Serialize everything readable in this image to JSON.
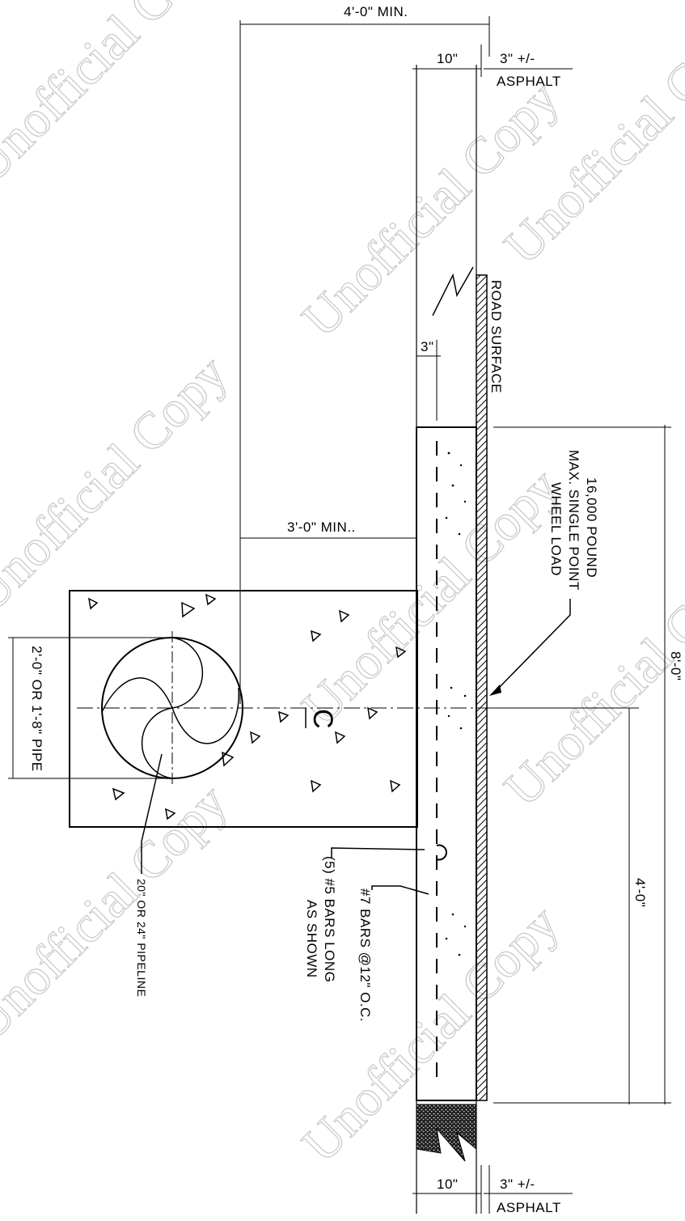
{
  "dimensions": {
    "overall_width": "4'-0\" MIN.",
    "slab_thickness_top": "10\"",
    "asphalt_top": "3\" +/-",
    "asphalt_word_top": "ASPHALT",
    "cover": "3\"",
    "clearance_to_slab": "3'-0\" MIN..",
    "slab_length": "8'-0\"",
    "half_slab": "4'-0\"",
    "pipe_dim": "2'-0\" OR 1'-8\" PIPE",
    "slab_thickness_bottom": "10\"",
    "asphalt_bottom": "3\"  +/-",
    "asphalt_word_bottom": "ASPHALT"
  },
  "labels": {
    "road_surface": "ROAD SURFACE",
    "load_line1": "16,000 POUND",
    "load_line2": "MAX. SINGLE POINT",
    "load_line3": "WHEEL LOAD",
    "centerline": "C",
    "bars7": "#7 BARS @12\" O.C.",
    "bars5_line1": "(5) #5 BARS LONG",
    "bars5_line2": "AS SHOWN",
    "pipeline": "20\" OR 24\" PIPELINE"
  },
  "watermark": "Unofficial Copy"
}
